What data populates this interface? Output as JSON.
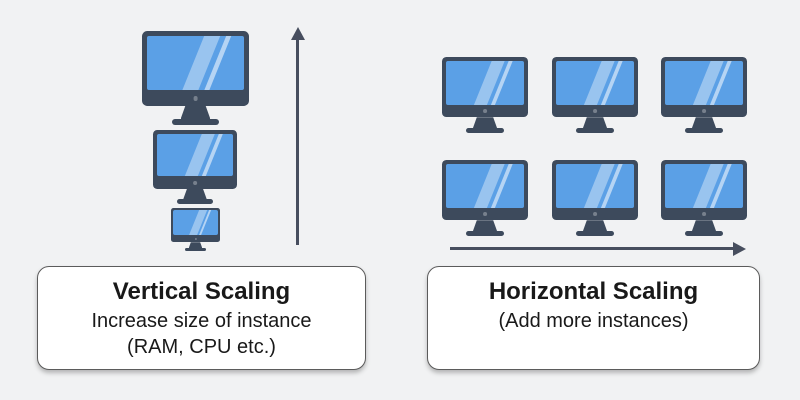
{
  "canvas": {
    "background": "#f1f2f3"
  },
  "diagram": {
    "vertical_scaling": {
      "monitor_count": 3,
      "monitor_arrangement": "single column, growing size small to large upward",
      "arrow_direction": "up",
      "label": {
        "title": "Vertical Scaling",
        "line1": "Increase size of instance",
        "line2": "(RAM, CPU etc.)"
      }
    },
    "horizontal_scaling": {
      "monitor_count": 6,
      "monitor_arrangement": "grid of 2 rows x 3 columns, equal size",
      "arrow_direction": "right",
      "label": {
        "title": "Horizontal Scaling",
        "line1": "(Add more instances)"
      }
    },
    "colors": {
      "background": "#f1f2f3",
      "monitor_bezel": "#3d4a5c",
      "monitor_screen": "#5ba0e6",
      "screen_reflection": "rgba(255,255,255,0.45)",
      "arrow": "#474e5e",
      "box_background": "#ffffff",
      "box_border": "#5b5b5b",
      "text": "#191919"
    }
  }
}
